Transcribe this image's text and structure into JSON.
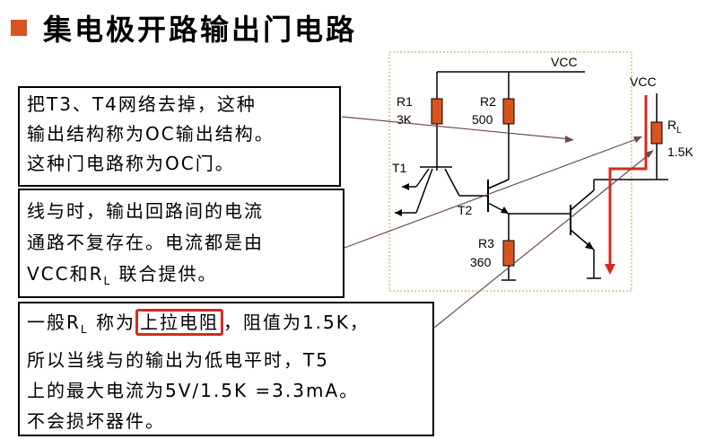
{
  "slide": {
    "title": "集电极开路输出门电路",
    "accent_color": "#d9531e",
    "highlight_color": "#d62b1f"
  },
  "box1": {
    "line1": "把T3、T4网络去掉，这种",
    "line2": "输出结构称为OC输出结构。",
    "line3": "这种门电路称为OC门。"
  },
  "box2": {
    "line1": "线与时，输出回路间的电流",
    "line2": "通路不复存在。电流都是由",
    "line3_a": "VCC和R",
    "line3_sub": "L",
    "line3_b": " 联合提供。"
  },
  "box3": {
    "line1_a": "一般R",
    "line1_sub": "L",
    "line1_b": " 称为",
    "line1_highlight": "上拉电阻",
    "line1_c": "，阻值为1.5K，",
    "line2": "所以当线与的输出为低电平时，T5",
    "line3": "上的最大电流为5V/1.5K =3.3mA。",
    "line4": "不会损坏器件。"
  },
  "circuit": {
    "vcc_label": "VCC",
    "r1_label": "R1",
    "r1_value": "3K",
    "r2_label": "R2",
    "r2_value": "500",
    "r3_label": "R3",
    "r3_value": "360",
    "t1_label": "T1",
    "t2_label": "T2",
    "vcc2_label": "VCC",
    "rl_label": "R",
    "rl_sub": "L",
    "rl_value": "1.5K"
  }
}
